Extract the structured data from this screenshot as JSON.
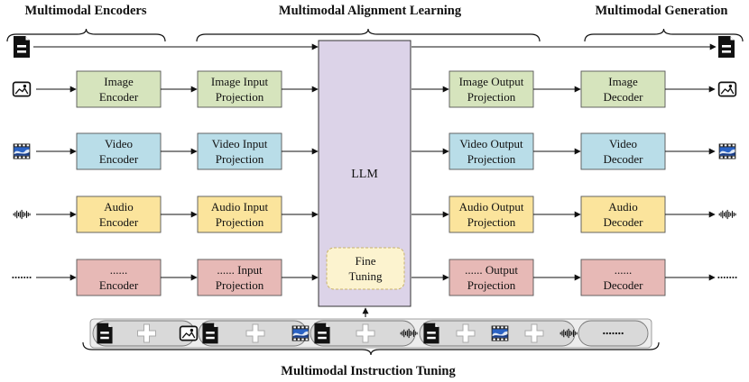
{
  "headers": {
    "encoders": "Multimodal Encoders",
    "alignment": "Multimodal Alignment Learning",
    "generation": "Multimodal Generation",
    "instruction": "Multimodal Instruction Tuning"
  },
  "llm": {
    "label": "LLM",
    "fine_tuning_line1": "Fine",
    "fine_tuning_line2": "Tuning"
  },
  "rows": [
    {
      "key": "image",
      "icon": "image-icon",
      "encoder": [
        "Image",
        "Encoder"
      ],
      "input_projection": [
        "Image Input",
        "Projection"
      ],
      "output_projection": [
        "Image Output",
        "Projection"
      ],
      "decoder": [
        "Image",
        "Decoder"
      ]
    },
    {
      "key": "video",
      "icon": "video-icon",
      "encoder": [
        "Video",
        "Encoder"
      ],
      "input_projection": [
        "Video Input",
        "Projection"
      ],
      "output_projection": [
        "Video Output",
        "Projection"
      ],
      "decoder": [
        "Video",
        "Decoder"
      ]
    },
    {
      "key": "audio",
      "icon": "audio-icon",
      "encoder": [
        "Audio",
        "Encoder"
      ],
      "input_projection": [
        "Audio Input",
        "Projection"
      ],
      "output_projection": [
        "Audio Output",
        "Projection"
      ],
      "decoder": [
        "Audio",
        "Decoder"
      ]
    },
    {
      "key": "other",
      "icon": "ellipsis-icon",
      "encoder": [
        "......",
        "Encoder"
      ],
      "input_projection": [
        "...... Input",
        "Projection"
      ],
      "output_projection": [
        "...... Output",
        "Projection"
      ],
      "decoder": [
        "......",
        "Decoder"
      ]
    }
  ],
  "instruction_pills": [
    {
      "icons": [
        "text-icon",
        "image-icon"
      ]
    },
    {
      "icons": [
        "text-icon",
        "video-icon"
      ]
    },
    {
      "icons": [
        "text-icon",
        "audio-icon"
      ]
    },
    {
      "icons": [
        "text-icon",
        "video-icon",
        "audio-icon"
      ]
    },
    {
      "icons": [
        "ellipsis-icon"
      ]
    }
  ],
  "colors": {
    "image": "#d6e4bd",
    "video": "#b9dde8",
    "audio": "#fbe49c",
    "other": "#e7b9b6",
    "llm": "#dcd3e8",
    "fine_tuning": "#fcf3cf",
    "pill": "#d9d9d9"
  }
}
